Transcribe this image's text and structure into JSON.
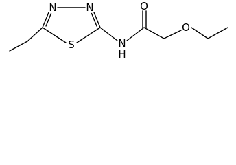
{
  "molecule": {
    "atoms": {
      "n1": "N",
      "n2": "N",
      "s": "S",
      "nh": "N",
      "h": "H",
      "o_carbonyl": "O",
      "o_ether": "O"
    }
  },
  "colors": {
    "bond": "#000000",
    "label": "#000000",
    "background": "#ffffff"
  }
}
